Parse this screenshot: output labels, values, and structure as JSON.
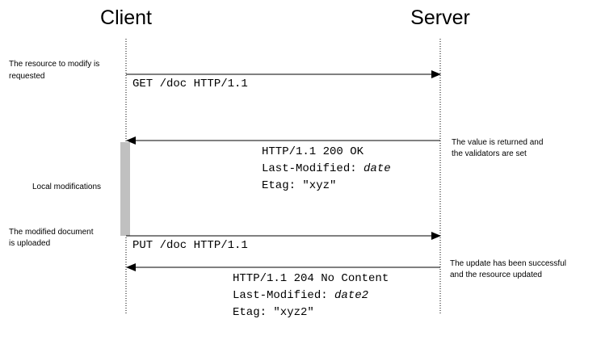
{
  "lanes": {
    "client": "Client",
    "server": "Server"
  },
  "notes": {
    "request_resource_line1": "The resource to modify is",
    "request_resource_line2": "requested",
    "value_returned_line1": "The value is returned and",
    "value_returned_line2": "the validators are set",
    "local_modifications": "Local modifications",
    "modified_uploaded_line1": "The modified document",
    "modified_uploaded_line2": "is uploaded",
    "update_success_line1": "The update has been successful",
    "update_success_line2": "and the resource updated"
  },
  "messages": {
    "get_request": "GET /doc HTTP/1.1",
    "ok_status": "HTTP/1.1 200 OK",
    "ok_last_modified_label": "Last-Modified: ",
    "ok_last_modified_value": "date",
    "ok_etag": "Etag: \"xyz\"",
    "put_request": "PUT /doc HTTP/1.1",
    "nc_status": "HTTP/1.1 204 No Content",
    "nc_last_modified_label": "Last-Modified: ",
    "nc_last_modified_value": "date2",
    "nc_etag": "Etag: \"xyz2\""
  },
  "colors": {
    "line": "#000000",
    "modification_bar": "#c0c0c0",
    "text": "#000000"
  }
}
